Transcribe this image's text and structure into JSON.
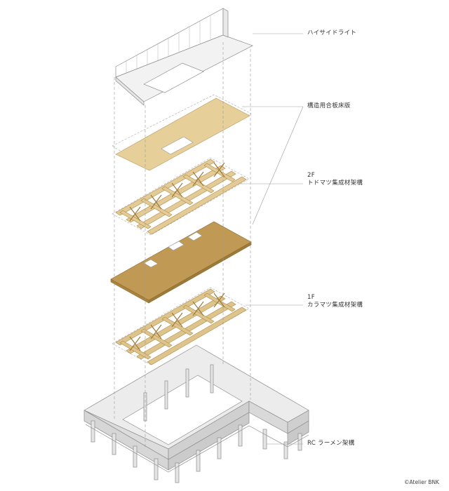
{
  "labels": {
    "high_side_light": "ハイサイドライト",
    "structural_plywood_floor": "構造用合板床版",
    "floor2_line1": "2F",
    "floor2_line2": "トドマツ集成材架構",
    "floor1_line1": "1F",
    "floor1_line2": "カラマツ集成材架構",
    "rc_frame": "RC ラーメン架構"
  },
  "copyright": "©Atelier BNK",
  "colors": {
    "line": "#8c8c8c",
    "leader": "#9a9a9a",
    "roof_fill": "#f2f2f2",
    "plywood_light": "#e6cf98",
    "plywood_dark": "#c09a55",
    "timber": "#dcc48c",
    "rc_fill": "#dedede",
    "rc_top": "#ececec"
  }
}
